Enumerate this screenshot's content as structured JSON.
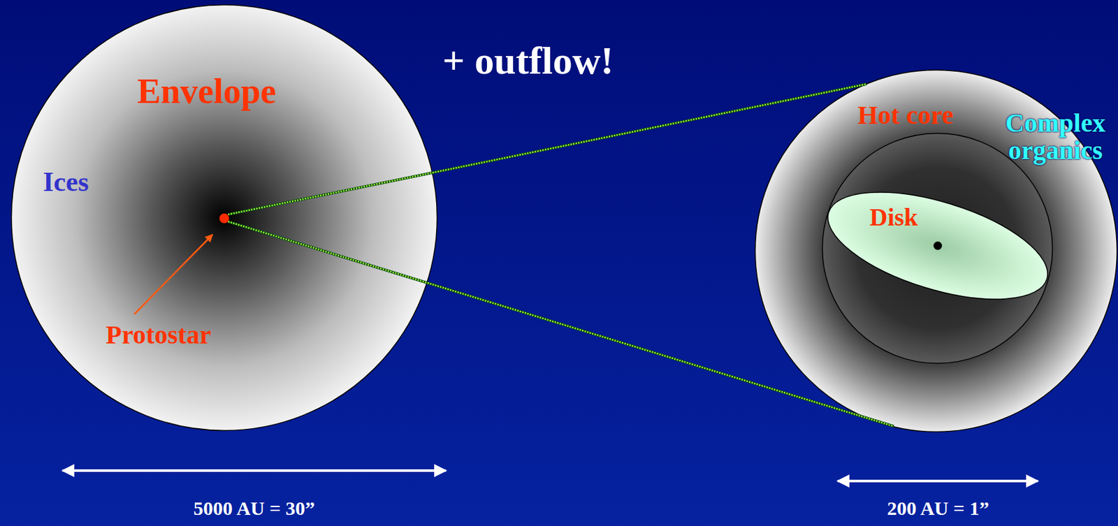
{
  "diagram": {
    "nodes": [
      {
        "text": [
          "Envelope",
          "Ices"
        ]
      },
      {
        "text": [
          "Complex organics"
        ]
      },
      {
        "text": [
          "Hot core"
        ],
        "in": 1
      },
      {
        "text": [
          "Disk"
        ],
        "in": 2
      }
    ],
    "labels": [
      "+ outflow!",
      "Protostar",
      "5000 AU = 30”",
      "200 AU = 1”"
    ]
  }
}
